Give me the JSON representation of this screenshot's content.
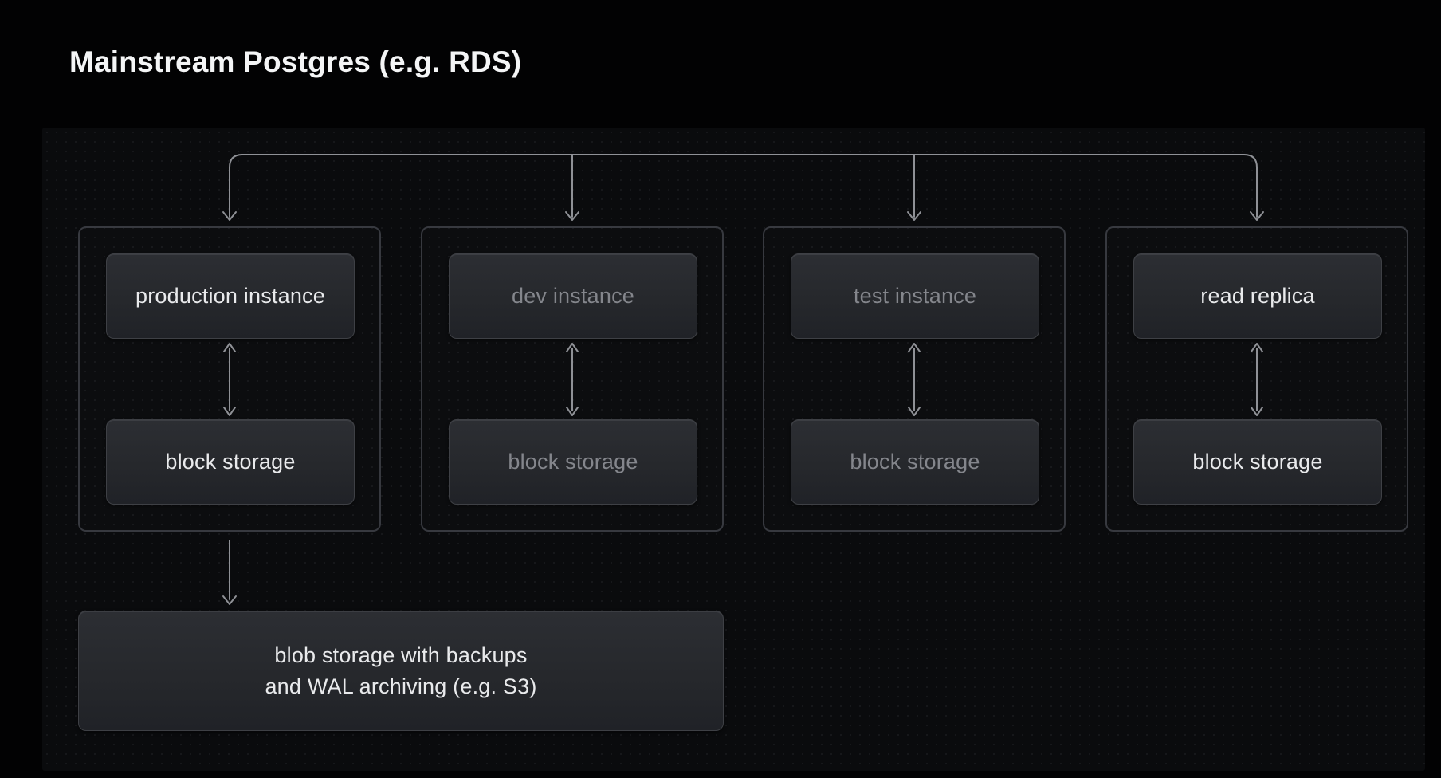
{
  "title": "Mainstream Postgres (e.g. RDS)",
  "diagram": {
    "columns": [
      {
        "instance": "production instance",
        "storage": "block storage",
        "emphasis": "bright"
      },
      {
        "instance": "dev instance",
        "storage": "block storage",
        "emphasis": "dim"
      },
      {
        "instance": "test instance",
        "storage": "block storage",
        "emphasis": "dim"
      },
      {
        "instance": "read replica",
        "storage": "block storage",
        "emphasis": "bright"
      }
    ],
    "blob": {
      "line1": "blob storage with backups",
      "line2": "and WAL archiving (e.g. S3)"
    }
  },
  "colors": {
    "background": "#020203",
    "panel_background": "#0a0b0d",
    "box_background": "#26282c",
    "box_border": "#3e4045",
    "container_border": "#37393f",
    "arrow": "#8f9196",
    "text_bright": "#e9eaec",
    "text_dim": "#84868c",
    "title_text": "#f4f5f6"
  }
}
